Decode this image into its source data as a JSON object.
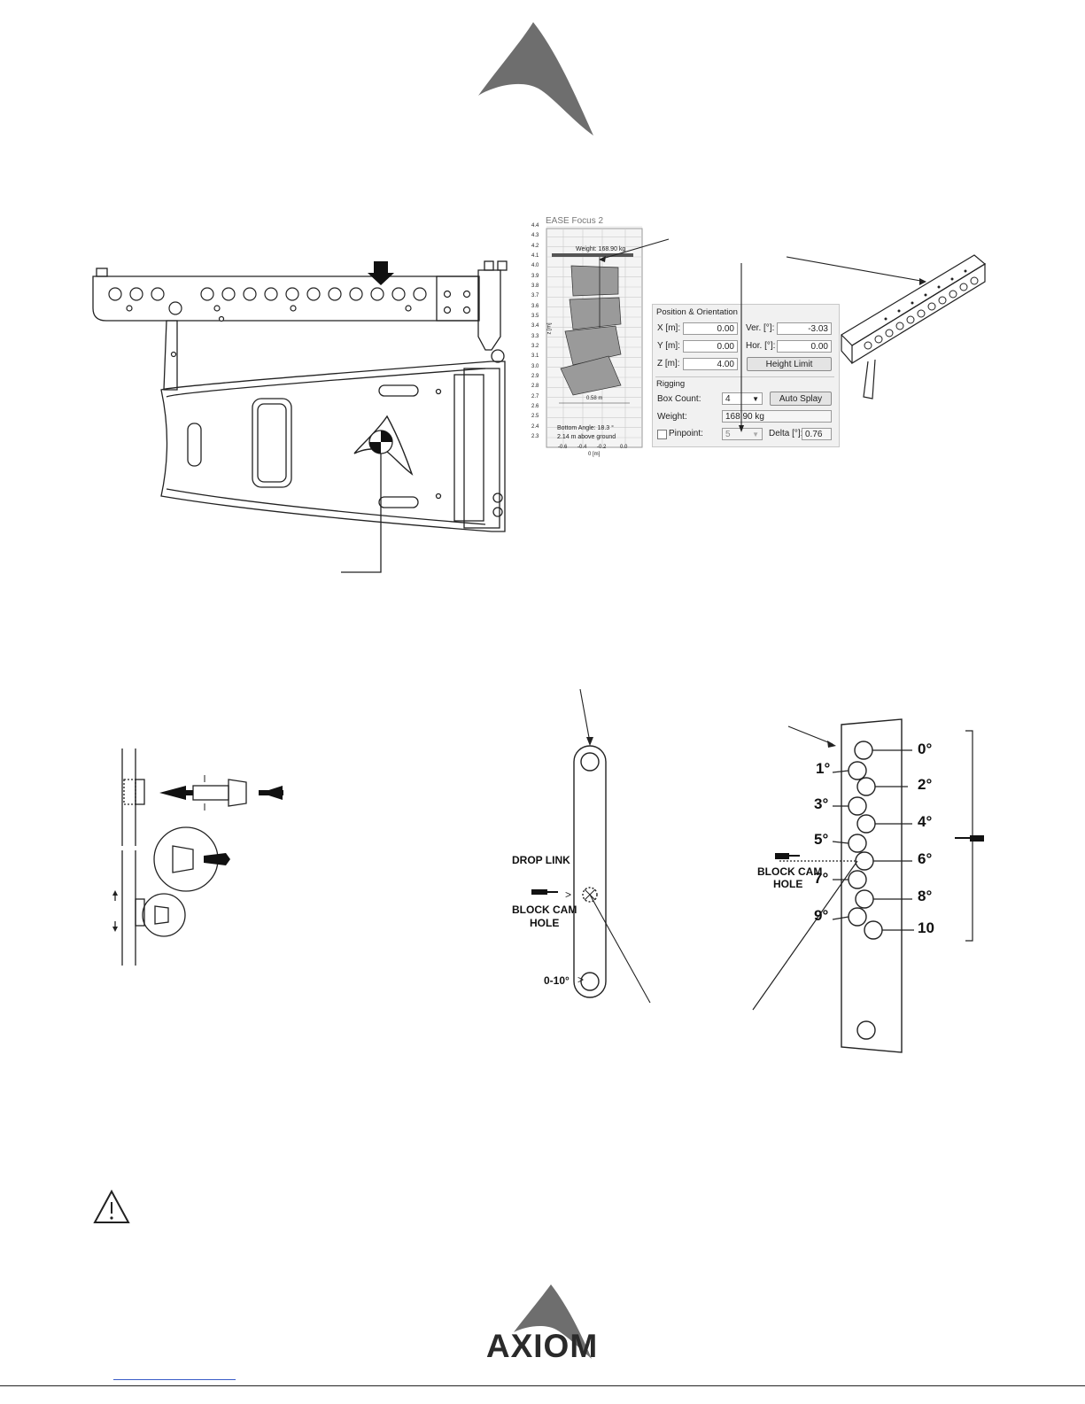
{
  "brand": {
    "name": "AXIOM",
    "color": "#6e6e6e"
  },
  "chart_thumb": {
    "title": "EASE Focus 2",
    "weight_label": "Weight: 168.90 kg",
    "y_ticks": [
      "4.4",
      "4.3",
      "4.2",
      "4.1",
      "4.0",
      "3.9",
      "3.8",
      "3.7",
      "3.6",
      "3.5",
      "3.4",
      "3.3",
      "3.2",
      "3.1",
      "3.0",
      "2.9",
      "2.8",
      "2.7",
      "2.6",
      "2.5",
      "2.4",
      "2.3"
    ],
    "x_ticks": [
      "-0.6",
      "-0.4",
      "-0.2",
      "0.0"
    ],
    "x_axis_label": "0 [m]",
    "y_axis_label": "z [m]",
    "dim_label": "0.58 m",
    "bottom_angle": "Bottom Angle: 18.3 °",
    "above_ground": "2.14 m above ground"
  },
  "panel": {
    "position_group": "Position & Orientation",
    "x_label": "X [m]:",
    "x_value": "0.00",
    "y_label": "Y [m]:",
    "y_value": "0.00",
    "z_label": "Z [m]:",
    "z_value": "4.00",
    "ver_label": "Ver. [°]:",
    "ver_value": "-3.03",
    "hor_label": "Hor. [°]:",
    "hor_value": "0.00",
    "height_limit_button": "Height Limit",
    "rigging_group": "Rigging",
    "box_count_label": "Box Count:",
    "box_count_value": "4",
    "auto_splay_button": "Auto Splay",
    "weight_label": "Weight:",
    "weight_value": "168.90 kg",
    "pinpoint_label": "Pinpoint:",
    "pinpoint_value": "5",
    "delta_label": "Delta [°]:",
    "delta_value": "0.76"
  },
  "drop_link": {
    "title": "DROP LINK",
    "cam_label_1": "BLOCK CAM",
    "cam_label_2": "HOLE",
    "angle_range": "0-10°"
  },
  "angle_plate": {
    "cam_label_1": "BLOCK CAM",
    "cam_label_2": "HOLE",
    "right_angles": [
      "0°",
      "2°",
      "4°",
      "6°",
      "8°",
      "10"
    ],
    "left_angles": [
      "1°",
      "3°",
      "5°",
      "7°",
      "9°"
    ]
  }
}
